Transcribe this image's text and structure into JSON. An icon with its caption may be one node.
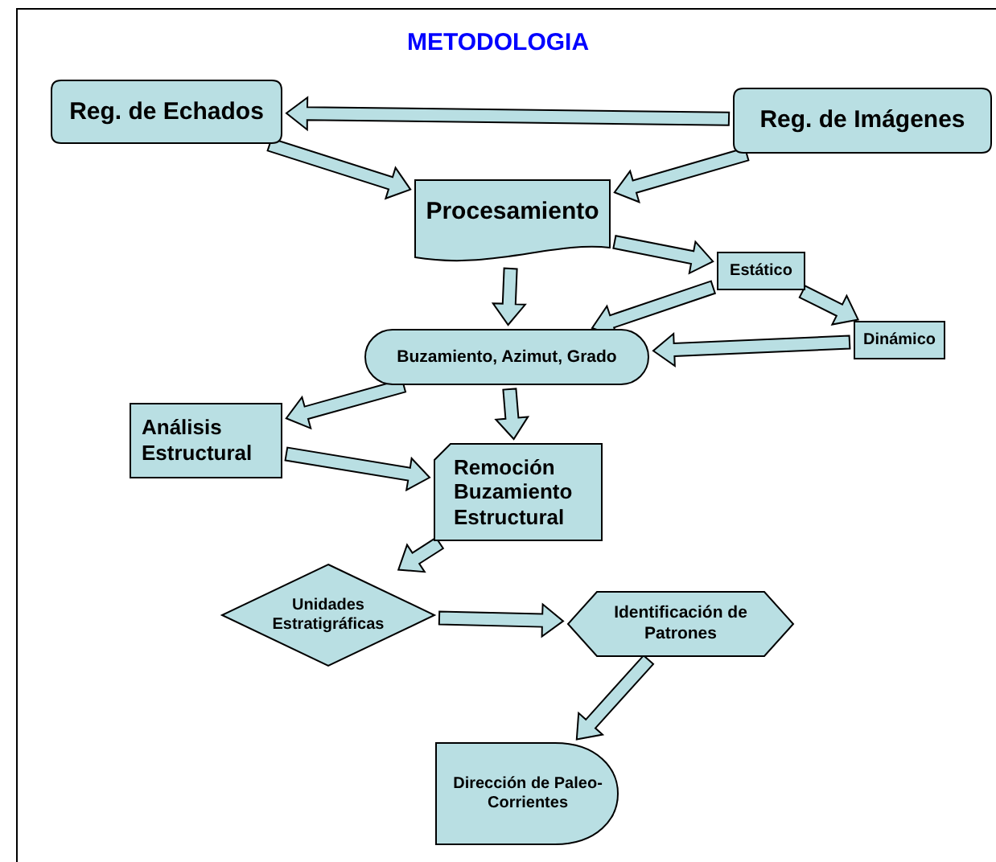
{
  "diagram": {
    "title": "METODOLOGIA",
    "nodes": [
      {
        "text": [
          "Reg. de Echados"
        ]
      },
      {
        "text": [
          "Reg. de Imágenes"
        ]
      },
      {
        "text": [
          "Procesamiento"
        ]
      },
      {
        "text": [
          "Estático"
        ]
      },
      {
        "text": [
          "Dinámico"
        ]
      },
      {
        "text": [
          "Buzamiento, Azimut, Grado"
        ]
      },
      {
        "text": [
          "Análisis Estructural"
        ]
      },
      {
        "text": [
          "Remoción Buzamiento Estructural"
        ]
      },
      {
        "text": [
          "Unidades Estratigráficas"
        ]
      },
      {
        "text": [
          "Identificación de Patrones"
        ]
      },
      {
        "text": [
          "Dirección de Paleo-Corrientes"
        ]
      }
    ],
    "edges": [
      {
        "from": 1,
        "to": 0,
        "arrow": "to"
      },
      {
        "from": 0,
        "to": 2,
        "arrow": "to"
      },
      {
        "from": 1,
        "to": 2,
        "arrow": "to"
      },
      {
        "from": 2,
        "to": 3,
        "arrow": "to"
      },
      {
        "from": 2,
        "to": 5,
        "arrow": "to"
      },
      {
        "from": 3,
        "to": 5,
        "arrow": "to"
      },
      {
        "from": 3,
        "to": 4,
        "arrow": "to"
      },
      {
        "from": 4,
        "to": 5,
        "arrow": "to"
      },
      {
        "from": 5,
        "to": 6,
        "arrow": "to"
      },
      {
        "from": 5,
        "to": 7,
        "arrow": "to"
      },
      {
        "from": 6,
        "to": 7,
        "arrow": "to"
      },
      {
        "from": 7,
        "to": 8,
        "arrow": "to"
      },
      {
        "from": 8,
        "to": 9,
        "arrow": "to"
      },
      {
        "from": 9,
        "to": 10,
        "arrow": "to"
      }
    ]
  }
}
